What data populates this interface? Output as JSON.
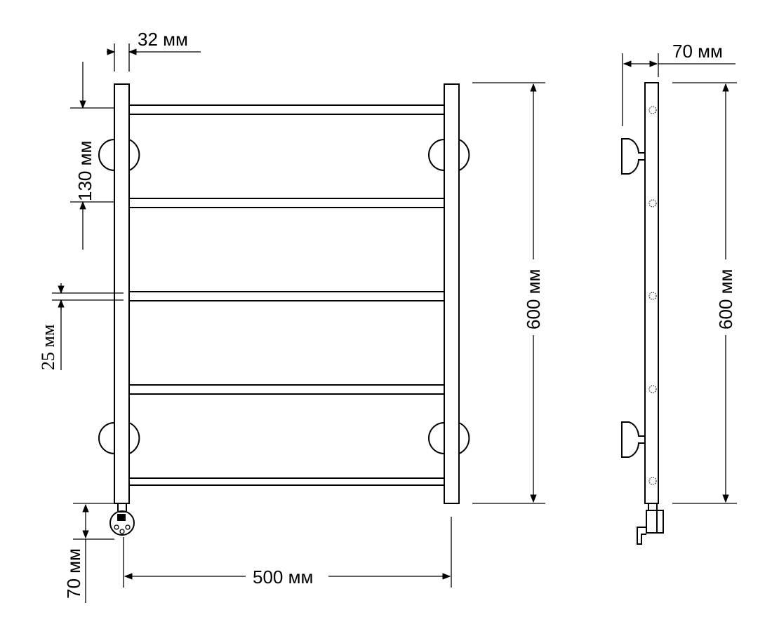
{
  "dimensions": {
    "bar_width": "32 мм",
    "top_to_first_bracket": "130 мм",
    "rung_gap": "25 мм",
    "height_front": "600 мм",
    "depth": "70 мм",
    "height_side": "600 мм",
    "heater_offset": "70 мм",
    "width": "500 мм"
  },
  "colors": {
    "line": "#000000",
    "background": "#ffffff"
  }
}
